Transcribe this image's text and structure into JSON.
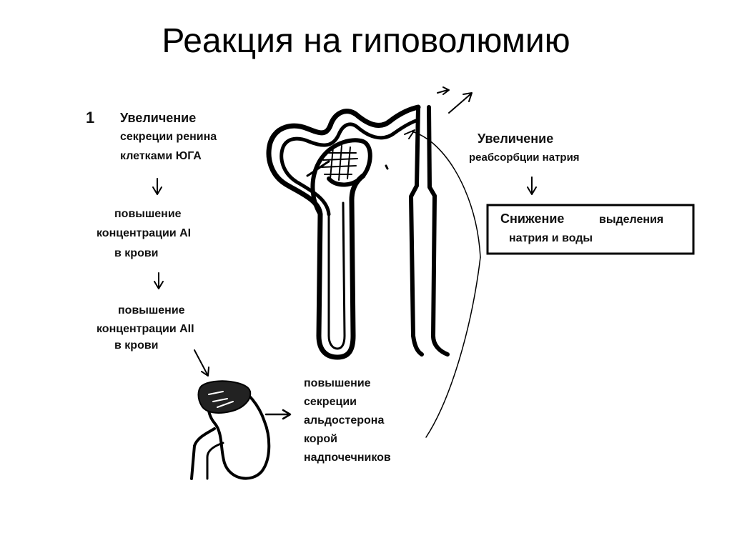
{
  "title": "Реакция на гиповолюмию",
  "step_number": "1",
  "left_chain": {
    "renin_line1": "Увеличение",
    "renin_line2": "секреции ренина",
    "renin_line3": "клетками ЮГА",
    "a1_line1": "повышение",
    "a1_line2": "концентрации АI",
    "a1_line3": "в крови",
    "a2_line1": "повышение",
    "a2_line2": "концентрации АII",
    "a2_line3": "в крови"
  },
  "aldosterone": {
    "line1": "повышение",
    "line2": "секреции",
    "line3": "альдостерона",
    "line4": "корой",
    "line5": "надпочечников"
  },
  "reabsorption": {
    "line1": "Увеличение",
    "line2": "реабсорбции натрия"
  },
  "box": {
    "line1a": "Снижение",
    "line1b": "выделения",
    "line2": "натрия и воды"
  }
}
